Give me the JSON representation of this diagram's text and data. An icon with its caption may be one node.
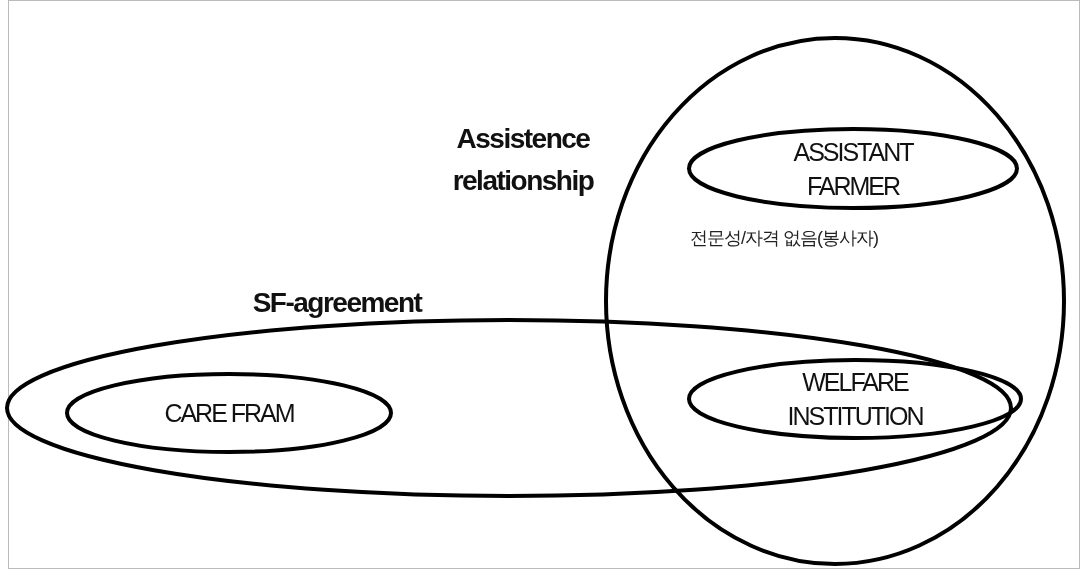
{
  "diagram": {
    "nodes": [
      {
        "text": [
          "SF-agreement"
        ]
      },
      {
        "text": [
          "CARE FRAM"
        ],
        "in": 0
      },
      {
        "text": [
          "Assistence relationship"
        ]
      },
      {
        "text": [
          "ASSISTANT FARMER"
        ],
        "in": 2,
        "beside": [
          "전문성/자격 없음(봉사자)"
        ]
      },
      {
        "text": [
          "WELFARE INSTITUTION"
        ]
      }
    ]
  }
}
